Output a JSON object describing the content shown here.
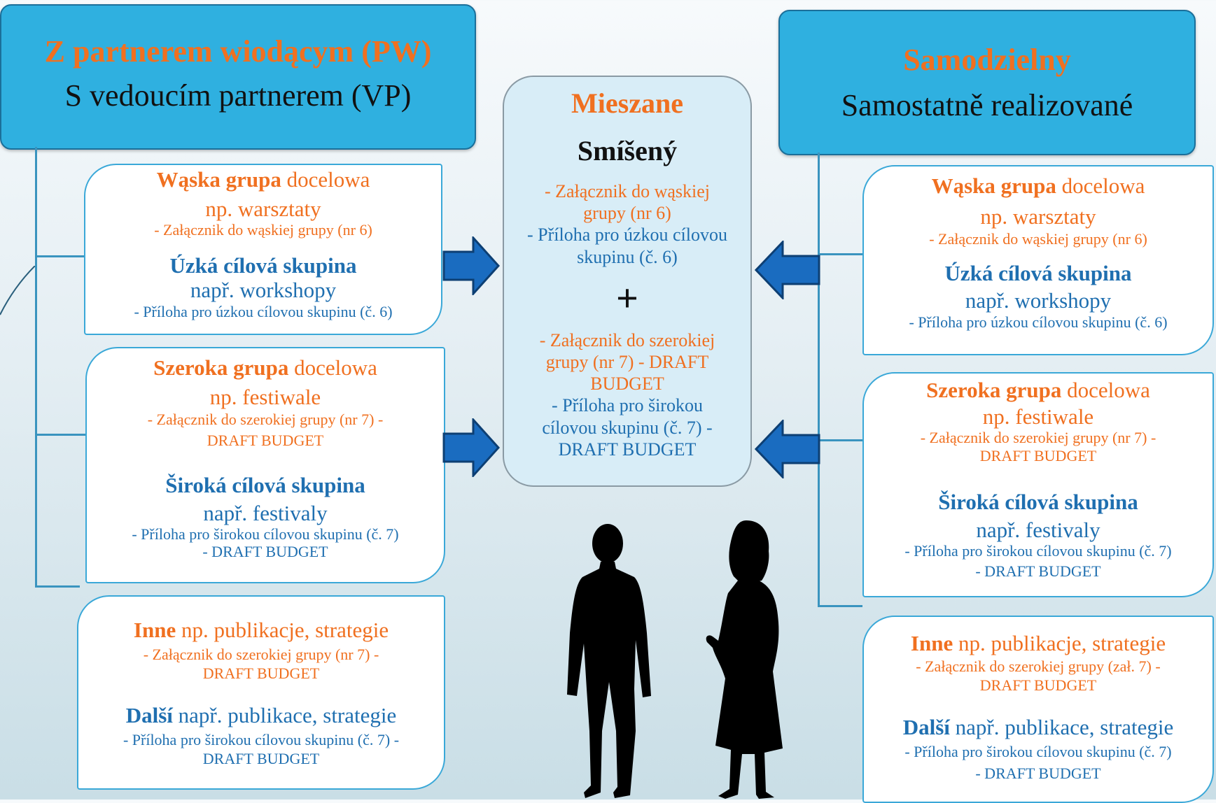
{
  "left_header": {
    "title_pl": "Z partnerem wiodącym (PW)",
    "title_cz": "S vedoucím partnerem (VP)"
  },
  "right_header": {
    "title_pl": "Samodzielny",
    "title_cz": "Samostatně realizované"
  },
  "center": {
    "title_pl": "Mieszane",
    "title_cz": "Smíšený",
    "narrow_pl": "- Załącznik do wąskiej grupy (nr 6)",
    "narrow_cz": "- Příloha pro úzkou cílovou skupinu (č. 6)",
    "plus": "+",
    "broad_pl": "- Załącznik do szerokiej grupy (nr 7) - DRAFT BUDGET",
    "broad_cz": "- Příloha pro širokou cílovou skupinu (č. 7) - DRAFT BUDGET"
  },
  "left": {
    "narrow": {
      "pl_bold": "Wąska grupa",
      "pl_rest": " docelowa",
      "pl_example": "np. warsztaty",
      "pl_attach": "- Załącznik do wąskiej grupy (nr 6)",
      "cz_bold": "Úzká cílová skupina",
      "cz_example": "např. workshopy",
      "cz_attach": "- Příloha pro úzkou cílovou skupinu (č. 6)"
    },
    "broad": {
      "pl_bold": "Szeroka grupa",
      "pl_rest": " docelowa",
      "pl_example": "np. festiwale",
      "pl_attach_1": "- Załącznik do szerokiej grupy (nr 7) -",
      "pl_attach_2": "DRAFT BUDGET",
      "cz_bold": "Široká cílová skupina",
      "cz_example": "např. festivaly",
      "cz_attach_1": "- Příloha pro širokou cílovou skupinu (č.  7)",
      "cz_attach_2": "- DRAFT BUDGET"
    },
    "other": {
      "pl_bold": "Inne",
      "pl_rest": " np. publikacje, strategie",
      "pl_attach_1": "-  Załącznik do szerokiej grupy (nr 7) -",
      "pl_attach_2": "DRAFT BUDGET",
      "cz_bold": "Další",
      "cz_rest": " např. publikace, strategie",
      "cz_attach_1": "- Příloha pro širokou cílovou skupinu (č. 7) -",
      "cz_attach_2": "DRAFT BUDGET"
    }
  },
  "right": {
    "narrow": {
      "pl_bold": "Wąska grupa",
      "pl_rest": " docelowa",
      "pl_example": "np. warsztaty",
      "pl_attach": "- Załącznik do wąskiej grupy (nr 6)",
      "cz_bold": "Úzká cílová skupina",
      "cz_example": "např. workshopy",
      "cz_attach": "- Příloha pro úzkou cílovou skupinu (č. 6)"
    },
    "broad": {
      "pl_bold": "Szeroka grupa",
      "pl_rest": " docelowa",
      "pl_example": "np. festiwale",
      "pl_attach_1": "- Załącznik do szerokiej grupy (nr 7) -",
      "pl_attach_2": "DRAFT BUDGET",
      "cz_bold": "Široká cílová skupina",
      "cz_example": "např. festivaly",
      "cz_attach_1": "- Příloha pro širokou cílovou skupinu (č. 7)",
      "cz_attach_2": "- DRAFT BUDGET"
    },
    "other": {
      "pl_bold": "Inne",
      "pl_rest": " np. publikacje, strategie",
      "pl_attach_1": "-  Załącznik do szerokiej grupy (zał. 7) -",
      "pl_attach_2": "DRAFT BUDGET",
      "cz_bold": "Další",
      "cz_rest": " např. publikace, strategie",
      "cz_attach_1": "- Příloha pro širokou cílovou skupinu (č.  7)",
      "cz_attach_2": "- DRAFT BUDGET"
    }
  },
  "colors": {
    "orange": "#f07020",
    "blue_text": "#1f6fb0",
    "header_bg": "#2fb0e0",
    "arrow": "#1a6cc0"
  }
}
